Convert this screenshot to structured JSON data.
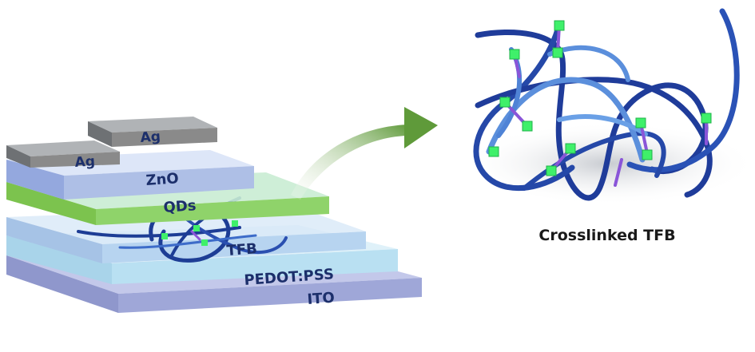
{
  "device": {
    "layers": [
      {
        "label": "ITO",
        "color": "#9fa7d8"
      },
      {
        "label": "PEDOT:PSS",
        "color": "#b9e0f2"
      },
      {
        "label": "TFB",
        "color": "#b7d4f0"
      },
      {
        "label": "QDs",
        "color": "#8fd36a"
      },
      {
        "label": "ZnO",
        "color": "#aebfe6"
      }
    ],
    "electrodes": [
      {
        "label": "Ag",
        "color": "#8a8a8a"
      },
      {
        "label": "Ag",
        "color": "#8a8a8a"
      }
    ]
  },
  "network": {
    "caption": "Crosslinked TFB",
    "chain_color": "#2f56b8",
    "crosslinker_color": "#3ff06a",
    "bridge_color": "#8a55d8"
  },
  "arrow": {
    "color": "#5f9a3a"
  }
}
